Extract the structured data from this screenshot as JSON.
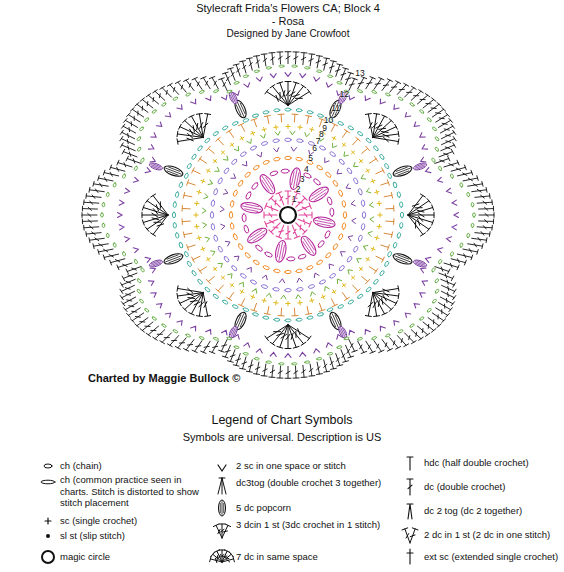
{
  "diagram": {
    "title": "Stylecraft Frida's Flowers CA; Block 4 - Rosa",
    "labels": [
      "Designed by Jane Crowfoot",
      "1",
      "2",
      "3",
      "4",
      "5",
      "6",
      "7",
      "8",
      "9",
      "10",
      "11",
      "12",
      "13",
      "Charted by Maggie Bullock ©",
      "Legend of Chart Symbols",
      "Symbols are universal. Description is US"
    ],
    "legend": [
      {
        "text": "ch (chain)"
      },
      {
        "text": "ch (common practice seen in charts. Stitch is distorted to show stitch placement"
      },
      {
        "text": "sc (single crochet)"
      },
      {
        "text": "sl st (slip stitch)"
      },
      {
        "text": "magic circle"
      },
      {
        "text": "2 sc in one space or stitch"
      },
      {
        "text": "dc3tog (double crochet 3 together)"
      },
      {
        "text": "5 dc popcorn"
      },
      {
        "text": "3 dcin 1 st (3dc crochet in 1 stitch)"
      },
      {
        "text": "7 dc in same space"
      },
      {
        "text": "hdc (half double crochet)"
      },
      {
        "text": "dc (double crochet)"
      },
      {
        "text": "dc 2 tog (dc 2 together)"
      },
      {
        "text": "2 dc in 1 st (2 dc in one stitch)"
      },
      {
        "text": "ext sc (extended single crochet)"
      }
    ]
  }
}
